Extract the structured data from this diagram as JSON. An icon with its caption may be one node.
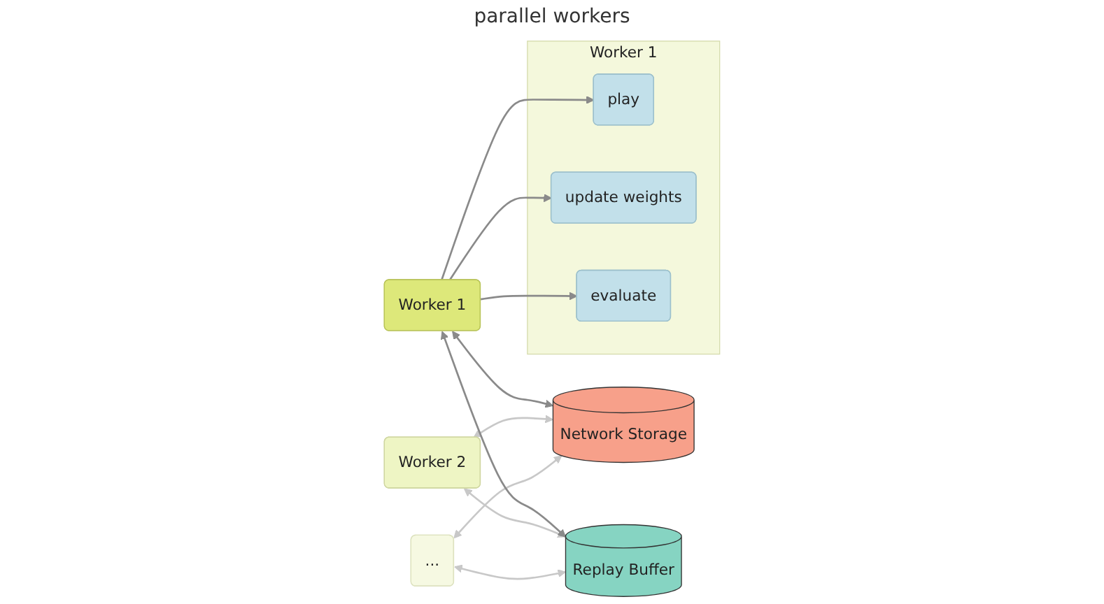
{
  "diagram": {
    "nodes": [
      {
        "text": [
          "..."
        ]
      },
      {
        "text": [
          "Worker 2"
        ]
      },
      {
        "text": [
          "Worker 1"
        ]
      },
      {
        "text": [
          "Network Storage"
        ]
      },
      {
        "text": [
          "Replay Buffer"
        ]
      },
      {
        "text": [
          "Worker 1"
        ]
      },
      {
        "text": [
          "play"
        ],
        "in": 5
      },
      {
        "text": [
          "update weights"
        ],
        "in": 5
      },
      {
        "text": [
          "evaluate"
        ],
        "in": 5
      }
    ],
    "edges": [
      {
        "from": 0,
        "to": 3,
        "arrow": "both",
        "color": "#c8c8c8"
      },
      {
        "from": 0,
        "to": 4,
        "arrow": "both",
        "color": "#c8c8c8"
      },
      {
        "from": 1,
        "to": 3,
        "arrow": "both",
        "color": "#c8c8c8"
      },
      {
        "from": 1,
        "to": 4,
        "arrow": "both",
        "color": "#c8c8c8"
      },
      {
        "from": 2,
        "to": 3,
        "arrow": "both"
      },
      {
        "from": 2,
        "to": 4,
        "arrow": "both"
      },
      {
        "from": 2,
        "to": 6,
        "arrow": "to"
      },
      {
        "from": 2,
        "to": 7,
        "arrow": "to"
      },
      {
        "from": 2,
        "to": 8,
        "arrow": "to"
      }
    ],
    "labels": [
      "parallel workers"
    ]
  }
}
